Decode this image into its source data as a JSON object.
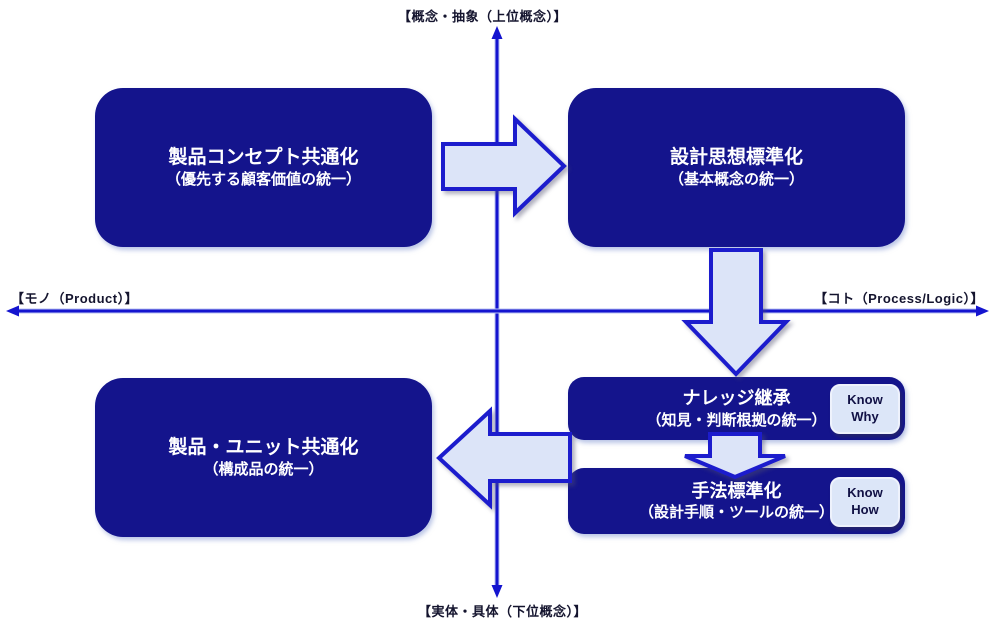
{
  "diagram": {
    "axes": {
      "top": "【概念・抽象（上位概念）】",
      "bottom": "【実体・具体（下位概念）】",
      "left": "【モノ（Product）】",
      "right": "【コト（Process/Logic）】"
    },
    "boxes": {
      "product_concept": {
        "title": "製品コンセプト共通化",
        "subtitle": "（優先する顧客価値の統一）"
      },
      "design_philosophy": {
        "title": "設計思想標準化",
        "subtitle": "（基本概念の統一）"
      },
      "product_unit": {
        "title": "製品・ユニット共通化",
        "subtitle": "（構成品の統一）"
      },
      "knowledge": {
        "title": "ナレッジ継承",
        "subtitle": "（知見・判断根拠の統一）",
        "badge_line1": "Know",
        "badge_line2": "Why"
      },
      "method": {
        "title": "手法標準化",
        "subtitle": "（設計手順・ツールの統一）",
        "badge_line1": "Know",
        "badge_line2": "How"
      }
    },
    "colors": {
      "box_fill": "#14148C",
      "box_text": "#FFFFFF",
      "arrow_fill": "#DCE4F8",
      "arrow_stroke": "#1C1CCD",
      "axis_line": "#1414CF",
      "badge_fill": "#DCE6F8",
      "badge_text": "#111145",
      "label_text": "#14142E"
    }
  }
}
